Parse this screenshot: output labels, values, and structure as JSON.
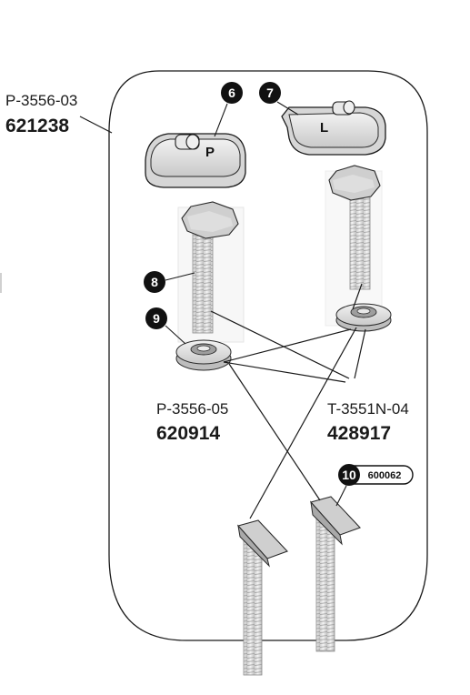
{
  "labels": {
    "top_left": {
      "part_code": "P-3556-03",
      "number": "621238"
    },
    "center_left": {
      "part_code": "P-3556-05",
      "number": "620914"
    },
    "center_right": {
      "part_code": "T-3551N-04",
      "number": "428917"
    }
  },
  "callouts": [
    {
      "id": "6",
      "text": "6"
    },
    {
      "id": "7",
      "text": "7"
    },
    {
      "id": "8",
      "text": "8"
    },
    {
      "id": "9",
      "text": "9"
    },
    {
      "id": "10",
      "text": "10"
    }
  ],
  "tag_10": {
    "number": "600062"
  },
  "hinge_letters": {
    "left": "P",
    "right": "L"
  },
  "colors": {
    "outline": "#1a1a1a",
    "part_fill": "#e4e4e4",
    "part_shade": "#c8c8c8",
    "callout_fill": "#111111"
  }
}
